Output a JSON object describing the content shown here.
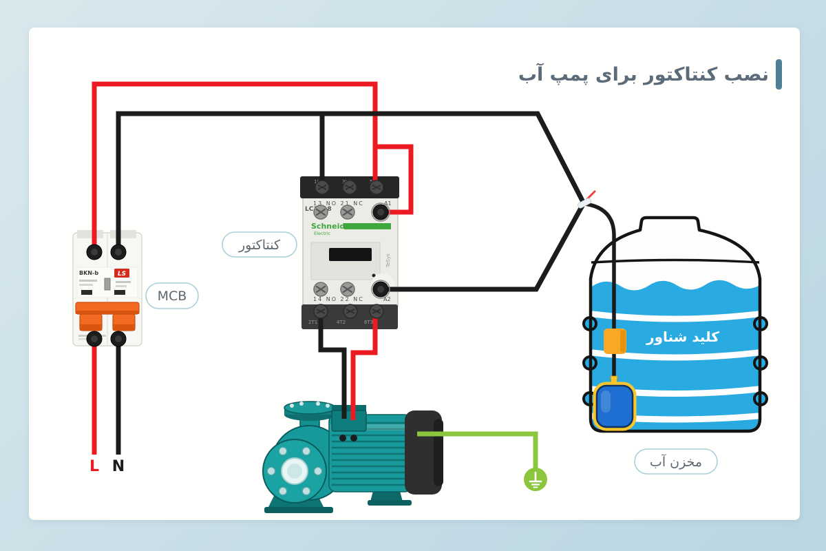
{
  "page": {
    "title": "نصب کنتاکتور برای پمپ آب"
  },
  "labels": {
    "mcb": "MCB",
    "contactor": "کنتاکتور",
    "water_tank": "مخزن آب",
    "float_switch": "کلید شناور",
    "line_wire": "L",
    "neutral_wire": "N"
  },
  "mcb_device": {
    "brand": "LS",
    "model": "BKN-b"
  },
  "contactor_device": {
    "model": "LC1D18",
    "brand_top": "Schneider",
    "brand_bottom": "Electric",
    "series": "TeSys",
    "top_terminals": [
      "1L1",
      "3L2",
      "5L3"
    ],
    "aux_top": "13   NO   21   NC",
    "coil_in": "A1",
    "aux_bottom": "14   NO   22   NC",
    "coil_out": "A2",
    "bottom_terminals": [
      "2T1",
      "4T2",
      "6T3"
    ]
  },
  "colors": {
    "background_top": "#d9e8ed",
    "background_bottom": "#b9d6e2",
    "card": "#fffffe",
    "accent_teal": "#4e7f94",
    "title_text": "#5c6b7a",
    "wire_live": "#ec1b23",
    "wire_neutral": "#1c1c1c",
    "wire_ground": "#8cc63e",
    "water": "#29abe2",
    "float_body": "#1e6fd1",
    "float_weight": "#f9a825",
    "float_trim": "#f7c52d",
    "pump_teal": "#18999b",
    "label_border": "#a9cfd9",
    "label_text": "#5e686e"
  }
}
